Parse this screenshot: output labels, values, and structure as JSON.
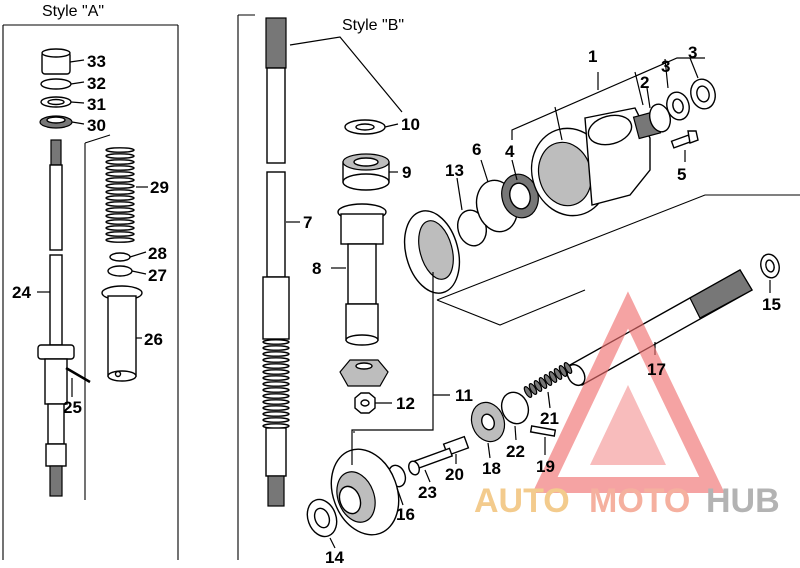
{
  "labels": {
    "style_a": "Style \"A\"",
    "style_b": "Style \"B\""
  },
  "part_numbers": [
    "1",
    "2",
    "3",
    "3",
    "4",
    "5",
    "6",
    "7",
    "8",
    "9",
    "10",
    "11",
    "12",
    "13",
    "14",
    "15",
    "16",
    "17",
    "18",
    "19",
    "20",
    "21",
    "22",
    "23",
    "24",
    "25",
    "26",
    "27",
    "28",
    "29",
    "30",
    "31",
    "32",
    "33"
  ],
  "watermark": {
    "part1": "AUTO",
    "part2": "MOTO",
    "part3": "HUB",
    "colors": {
      "auto": "#f2c27a",
      "moto": "#f4a38f",
      "hub": "#a6a6a6",
      "triangle": "#ef6f6f"
    }
  }
}
